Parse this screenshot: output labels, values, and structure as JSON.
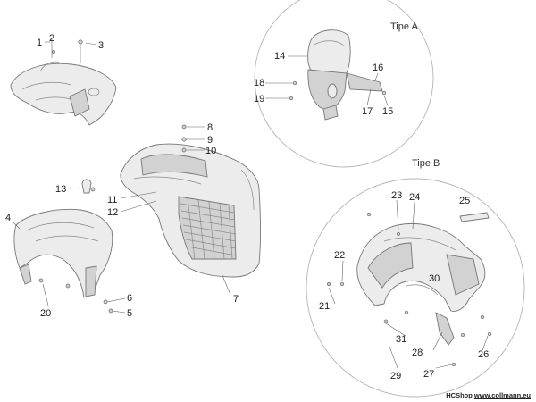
{
  "headers": {
    "tipe_a": "Tipe A",
    "tipe_b": "Tipe B"
  },
  "callouts": {
    "c1": "1",
    "c2": "2",
    "c3": "3",
    "c4": "4",
    "c5": "5",
    "c6": "6",
    "c7": "7",
    "c8": "8",
    "c9": "9",
    "c10": "10",
    "c11": "11",
    "c12": "12",
    "c13": "13",
    "c14": "14",
    "c15": "15",
    "c16": "16",
    "c17": "17",
    "c18": "18",
    "c19": "19",
    "c20": "20",
    "c21": "21",
    "c22": "22",
    "c23": "23",
    "c24": "24",
    "c25": "25",
    "c26": "26",
    "c27": "27",
    "c28": "28",
    "c29": "29",
    "c30": "30",
    "c31": "31"
  },
  "watermark": {
    "brand": "HCShop",
    "site": "www.collmann.eu"
  }
}
